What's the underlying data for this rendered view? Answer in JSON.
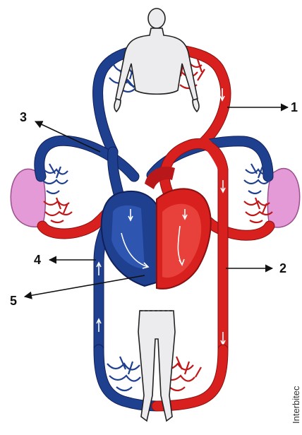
{
  "labels": [
    "1",
    "2",
    "3",
    "4",
    "5"
  ],
  "watermark": "Interbitec",
  "colors": {
    "deoxygenated": "#1f3f8f",
    "oxygenated": "#d8201e",
    "lungs": "#e39ad6",
    "body": "#ececee"
  }
}
